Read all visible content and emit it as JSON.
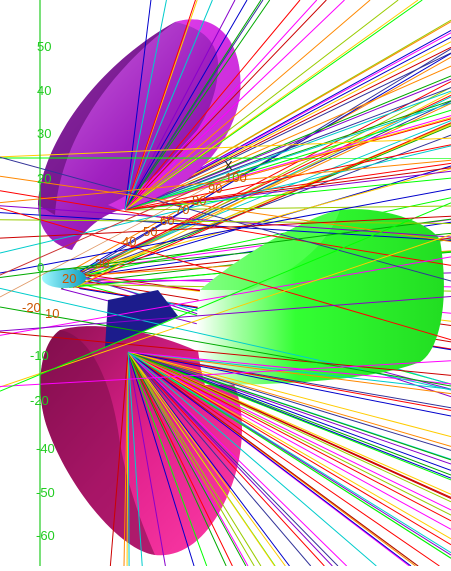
{
  "viewport": {
    "y_axis_ticks": [
      "50",
      "40",
      "30",
      "20",
      "0",
      "-10",
      "-20",
      "-40",
      "-50",
      "-60"
    ],
    "x_axis_ticks": [
      "-20",
      "10",
      "20",
      "30",
      "40",
      "50",
      "60",
      "70",
      "80",
      "90",
      "100"
    ],
    "axis_marker": "X",
    "colors": {
      "axis_green": "#22cc22",
      "tick_text_orange": "#cc5500",
      "reflector_magenta": "#a020c0",
      "reflector_pink": "#e0208c",
      "target_green": "#33ff33",
      "blue_block": "#1c1c8c",
      "cyan_lens": "#30d0e0"
    }
  }
}
